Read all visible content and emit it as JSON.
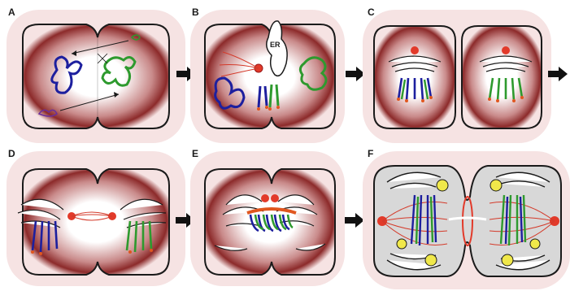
{
  "panels": [
    {
      "letter": "A"
    },
    {
      "letter": "B",
      "organelle_label": "ER"
    },
    {
      "letter": "C"
    },
    {
      "letter": "D"
    },
    {
      "letter": "E"
    },
    {
      "letter": "F"
    }
  ],
  "colors": {
    "paternal_chromatin": "#1d1f9e",
    "maternal_chromatin": "#2e9a2e",
    "centrosome": "#e23a2a",
    "kinetochore": "#e0561f",
    "spindle": "#d43a2a",
    "cytoplasm_halo": "#8c2a2a",
    "cell_outline": "#1a1a1a",
    "zona": "#f2d7d7",
    "membrane_organelle": "#ffffff",
    "ring_structure": "#f0e84a"
  },
  "icons": {
    "process_arrow": "right-arrow-icon"
  }
}
